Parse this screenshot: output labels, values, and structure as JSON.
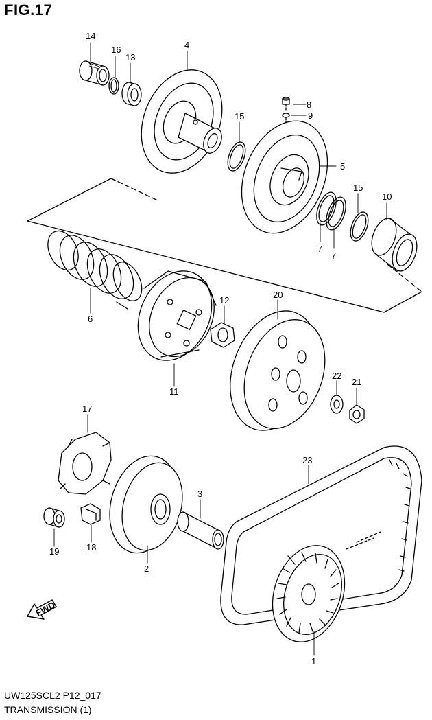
{
  "figure": {
    "title": "FIG.17"
  },
  "footer": {
    "code": "UW125SCL2 P12_017",
    "title": "TRANSMISSION (1)"
  },
  "fwd_label": "FWD",
  "callouts": [
    {
      "id": "c14",
      "label": "14",
      "part": "needle bearing"
    },
    {
      "id": "c16",
      "label": "16",
      "part": "circlip"
    },
    {
      "id": "c13",
      "label": "13",
      "part": "ball bearing"
    },
    {
      "id": "c4",
      "label": "4",
      "part": "fixed driven face"
    },
    {
      "id": "c8",
      "label": "8",
      "part": "guide pin"
    },
    {
      "id": "c9",
      "label": "9",
      "part": "roller"
    },
    {
      "id": "c15a",
      "label": "15",
      "part": "O-ring"
    },
    {
      "id": "c5",
      "label": "5",
      "part": "movable driven face"
    },
    {
      "id": "c15b",
      "label": "15",
      "part": "O-ring"
    },
    {
      "id": "c10",
      "label": "10",
      "part": "seal cover"
    },
    {
      "id": "c7a",
      "label": "7",
      "part": "oil seal"
    },
    {
      "id": "c7b",
      "label": "7",
      "part": "oil seal"
    },
    {
      "id": "c6",
      "label": "6",
      "part": "spring"
    },
    {
      "id": "c12",
      "label": "12",
      "part": "nut"
    },
    {
      "id": "c20",
      "label": "20",
      "part": "clutch housing"
    },
    {
      "id": "c11",
      "label": "11",
      "part": "clutch shoe assy"
    },
    {
      "id": "c22",
      "label": "22",
      "part": "washer"
    },
    {
      "id": "c21",
      "label": "21",
      "part": "nut"
    },
    {
      "id": "c17",
      "label": "17",
      "part": "cam"
    },
    {
      "id": "c23",
      "label": "23",
      "part": "drive belt"
    },
    {
      "id": "c3",
      "label": "3",
      "part": "spacer"
    },
    {
      "id": "c19",
      "label": "19",
      "part": "roller"
    },
    {
      "id": "c18",
      "label": "18",
      "part": "slide piece"
    },
    {
      "id": "c2",
      "label": "2",
      "part": "movable drive face"
    },
    {
      "id": "c1",
      "label": "1",
      "part": "fixed drive face"
    }
  ]
}
